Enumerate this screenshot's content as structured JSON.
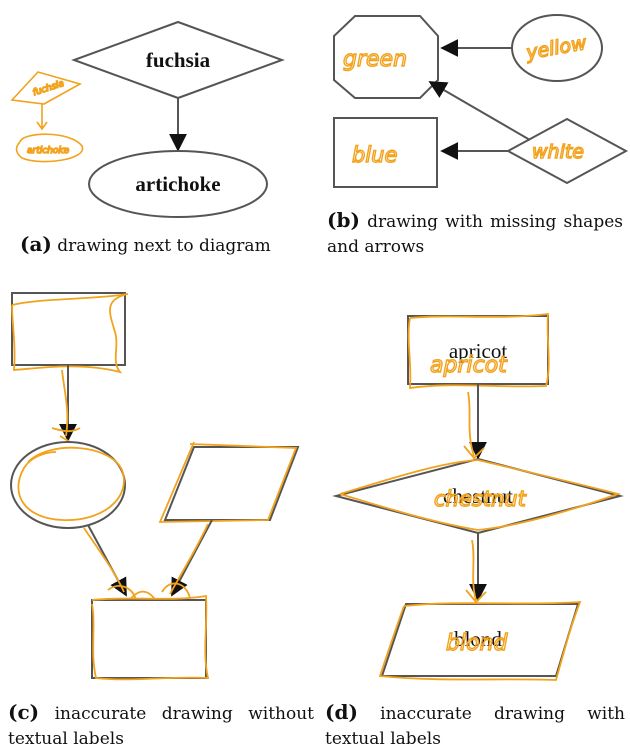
{
  "panels": {
    "a": {
      "caption_tag": "(a)",
      "caption_text": " drawing next to diagram",
      "nodes": {
        "top": "fuchsia",
        "bottom": "artichoke"
      },
      "sketch_labels": {
        "top": "fuchsia",
        "bottom": "artichoke"
      }
    },
    "b": {
      "caption_tag": "(b)",
      "caption_text": " drawing with missing shapes and arrows",
      "sketch_labels": {
        "octagon": "green",
        "ellipse": "yellow",
        "box": "blue",
        "diamond": "white"
      }
    },
    "c": {
      "caption_tag": "(c)",
      "caption_text": " inaccurate drawing without textual labels"
    },
    "d": {
      "caption_tag": "(d)",
      "caption_text": " inaccurate drawing with textual labels",
      "nodes": {
        "top": "apricot",
        "middle": "chestnut",
        "bottom": "blond"
      },
      "sketch_labels": {
        "top": "apricot",
        "middle": "chestnut",
        "bottom": "blond"
      }
    }
  },
  "colors": {
    "diagram_stroke": "#555555",
    "sketch_stroke": "#f2a21b",
    "arrowhead": "#111111"
  }
}
